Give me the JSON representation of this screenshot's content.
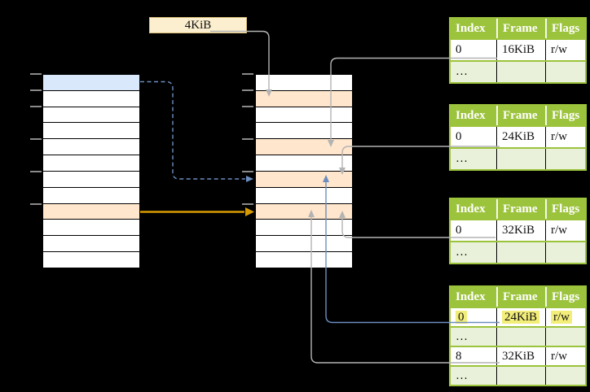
{
  "page_size_box": {
    "label": "4KiB"
  },
  "memory_columns": {
    "virtual": {
      "row_count": 12,
      "highlights": {
        "0": "blue",
        "8": "peach"
      }
    },
    "physical": {
      "row_count": 12,
      "highlights": {
        "1": "peach",
        "4": "peach",
        "6": "peach",
        "8": "peach"
      }
    }
  },
  "tables": [
    {
      "headers": {
        "index": "Index",
        "frame": "Frame",
        "flags": "Flags"
      },
      "rows": [
        {
          "index": "0",
          "frame": "16KiB",
          "flags": "r/w",
          "variant": "white",
          "highlighted": false
        },
        {
          "index": "…",
          "frame": "",
          "flags": "",
          "variant": "light",
          "highlighted": false
        }
      ]
    },
    {
      "headers": {
        "index": "Index",
        "frame": "Frame",
        "flags": "Flags"
      },
      "rows": [
        {
          "index": "0",
          "frame": "24KiB",
          "flags": "r/w",
          "variant": "white",
          "highlighted": false
        },
        {
          "index": "…",
          "frame": "",
          "flags": "",
          "variant": "light",
          "highlighted": false
        }
      ]
    },
    {
      "headers": {
        "index": "Index",
        "frame": "Frame",
        "flags": "Flags"
      },
      "rows": [
        {
          "index": "0",
          "frame": "32KiB",
          "flags": "r/w",
          "variant": "white",
          "highlighted": false
        },
        {
          "index": "…",
          "frame": "",
          "flags": "",
          "variant": "light",
          "highlighted": false
        }
      ]
    },
    {
      "headers": {
        "index": "Index",
        "frame": "Frame",
        "flags": "Flags"
      },
      "rows": [
        {
          "index": "0",
          "frame": "24KiB",
          "flags": "r/w",
          "variant": "white",
          "highlighted": true
        },
        {
          "index": "…",
          "frame": "",
          "flags": "",
          "variant": "light",
          "highlighted": false
        },
        {
          "index": "8",
          "frame": "32KiB",
          "flags": "r/w",
          "variant": "white",
          "highlighted": false
        },
        {
          "index": "…",
          "frame": "",
          "flags": "",
          "variant": "light",
          "highlighted": false
        }
      ]
    }
  ],
  "colors": {
    "blue-row": "#dae8fc",
    "peach": "#ffe6cc",
    "cream": "#fcefcf",
    "green": "#9cc33c",
    "green-light": "#eaf1da",
    "hl": "#f3ee79",
    "line-gray": "#b3b3b3",
    "line-blue": "#6c8ebf",
    "line-orange": "#d79b00"
  }
}
